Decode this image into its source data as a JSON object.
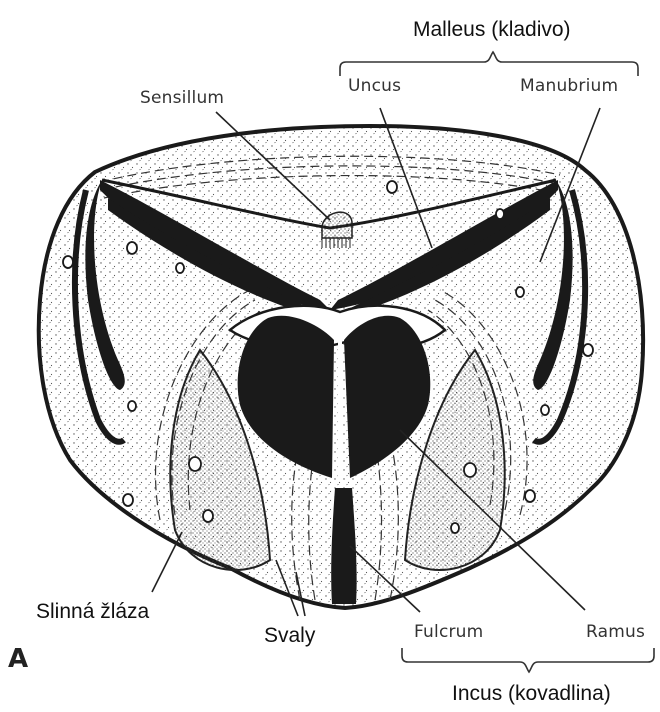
{
  "labels": {
    "malleus": "Malleus (kladivo)",
    "uncus": "Uncus",
    "manubrium": "Manubrium",
    "sensillum": "Sensillum",
    "slinna_zlaza": "Slinná žláza",
    "svaly": "Svaly",
    "fulcrum": "Fulcrum",
    "ramus": "Ramus",
    "incus": "Incus (kovadlina)",
    "panel": "A"
  },
  "colors": {
    "ink": "#1a1a1a",
    "fill": "#ffffff",
    "stipple": "#555555"
  }
}
